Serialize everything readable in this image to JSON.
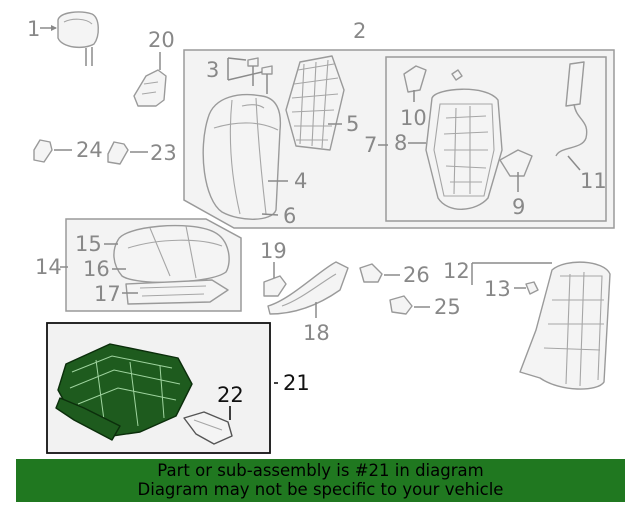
{
  "diagram": {
    "callouts": {
      "c1": "1",
      "c2": "2",
      "c3": "3",
      "c4": "4",
      "c5": "5",
      "c6": "6",
      "c7": "7",
      "c8": "8",
      "c9": "9",
      "c10": "10",
      "c11": "11",
      "c12": "12",
      "c13": "13",
      "c14": "14",
      "c15": "15",
      "c16": "16",
      "c17": "17",
      "c18": "18",
      "c19": "19",
      "c20": "20",
      "c21": "21",
      "c22": "22",
      "c23": "23",
      "c24": "24",
      "c25": "25",
      "c26": "26"
    },
    "highlighted_part": "21",
    "colors": {
      "highlight": "#1e5b1e",
      "banner": "#207820",
      "line_art": "#9a9a9a"
    }
  },
  "footer": {
    "line1": "Part or sub-assembly is #21 in diagram",
    "line2": "Diagram may not be specific to your vehicle"
  }
}
